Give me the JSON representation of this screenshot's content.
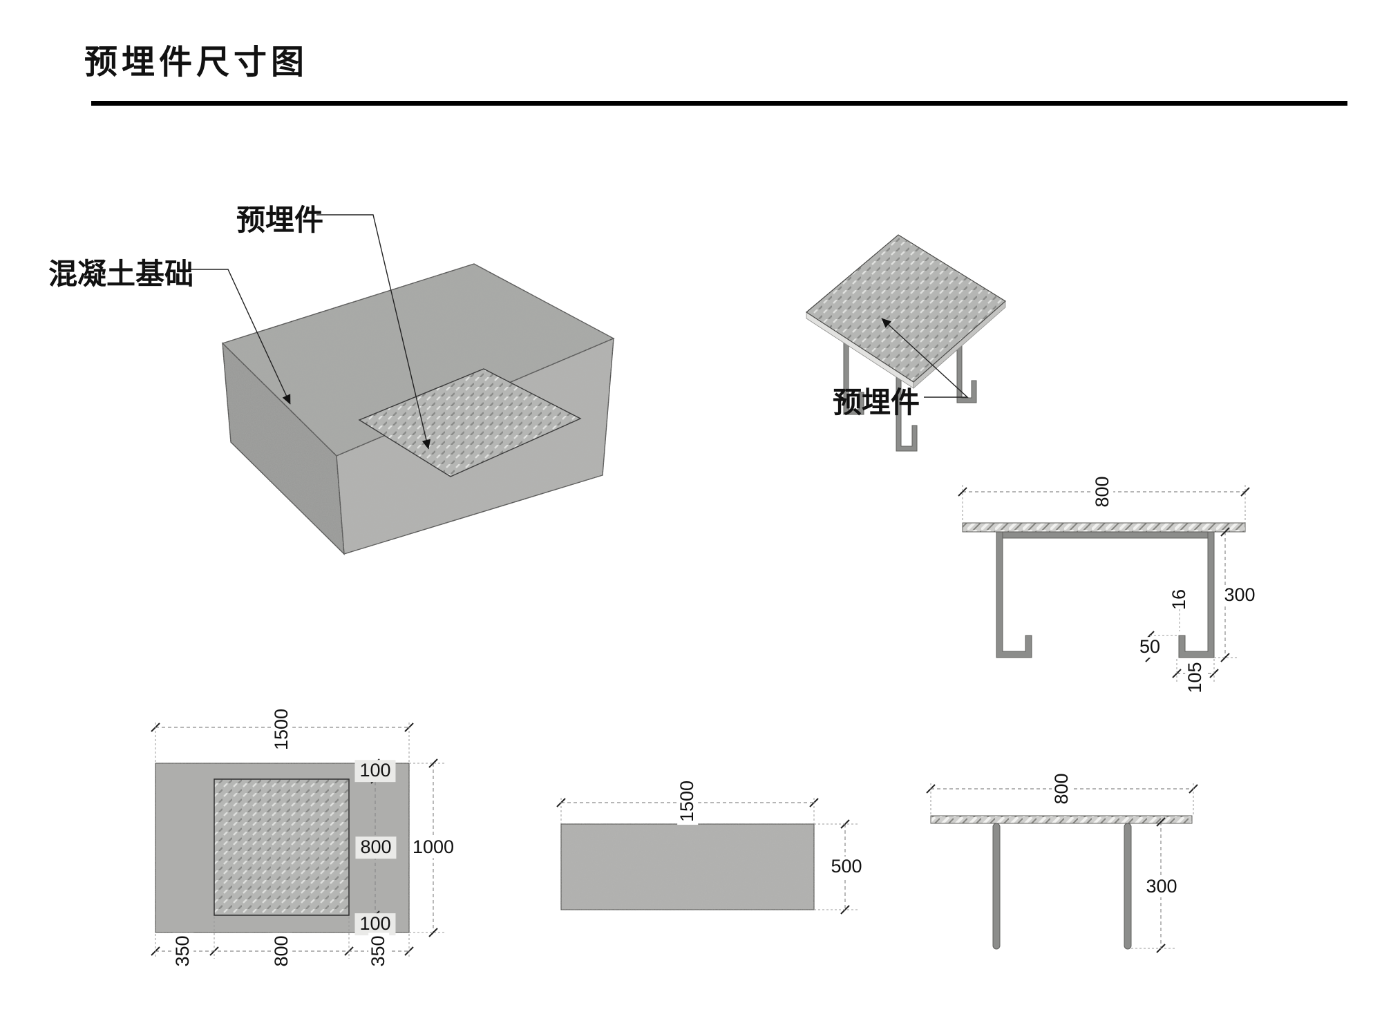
{
  "page": {
    "title": "预埋件尺寸图"
  },
  "callouts": {
    "embedded_part": "预埋件",
    "concrete_foundation": "混凝土基础",
    "embedded_part_iso": "预埋件"
  },
  "views": {
    "plan": {
      "total_width": "1500",
      "total_height": "1000",
      "cover_top": "100",
      "plate_height": "800",
      "cover_bottom": "100",
      "margin_left": "350",
      "plate_width": "800",
      "margin_right": "350"
    },
    "side": {
      "width": "1500",
      "height": "500"
    },
    "section_hooked": {
      "width": "800",
      "depth": "300",
      "plate_thickness": "16",
      "hook_rise": "50",
      "hook_length": "105"
    },
    "section_plain": {
      "width": "800",
      "depth": "300"
    }
  },
  "colors": {
    "concrete": "#aeaeac",
    "checker_plate": "#b5b6b4",
    "steel": "#8c8d8b",
    "line": "#111111"
  }
}
